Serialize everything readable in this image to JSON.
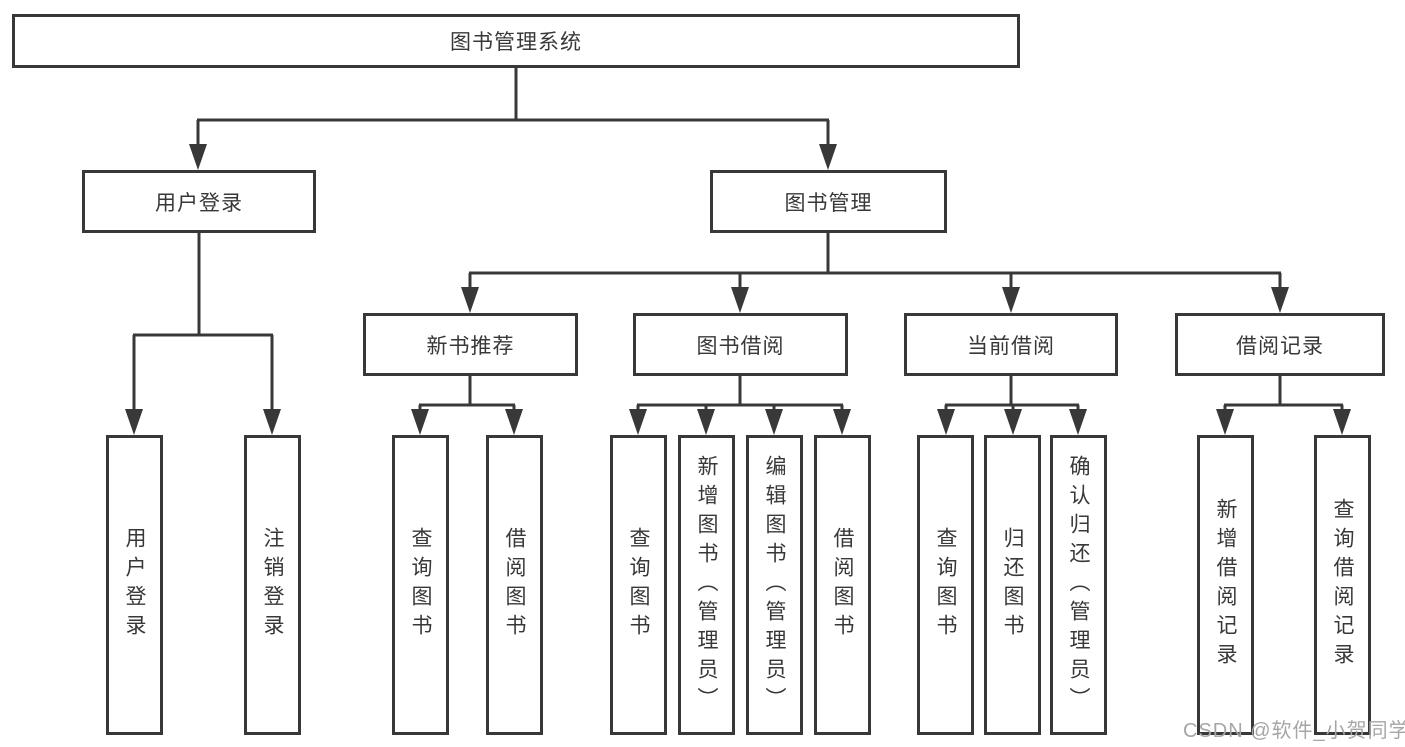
{
  "diagram_title": "图书管理系统",
  "tree": {
    "root": "图书管理系统",
    "branches": [
      {
        "label": "用户登录",
        "children": [
          "用户登录",
          "注销登录"
        ]
      },
      {
        "label": "图书管理",
        "sections": [
          {
            "label": "新书推荐",
            "children": [
              "查询图书",
              "借阅图书"
            ]
          },
          {
            "label": "图书借阅",
            "children": [
              "查询图书",
              "新增图书（管理员）",
              "编辑图书（管理员）",
              "借阅图书"
            ]
          },
          {
            "label": "当前借阅",
            "children": [
              "查询图书",
              "归还图书",
              "确认归还（管理员）"
            ]
          },
          {
            "label": "借阅记录",
            "children": [
              "新增借阅记录",
              "查询借阅记录"
            ]
          }
        ]
      }
    ]
  },
  "watermark": "CSDN @软件_小贺同学",
  "colors": {
    "line": "#383838",
    "text": "#383838",
    "watermark": "#a6a6a6",
    "background": "#ffffff"
  }
}
